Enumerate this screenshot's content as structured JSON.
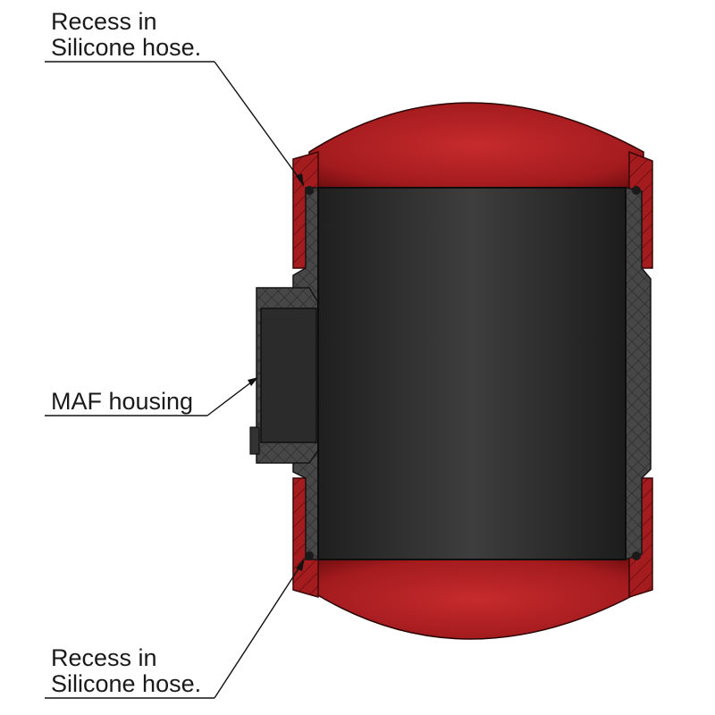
{
  "labels": {
    "recess_top_line1": "Recess in",
    "recess_top_line2": "Silicone hose.",
    "maf_housing": "MAF housing",
    "recess_bottom_line1": "Recess in",
    "recess_bottom_line2": "Silicone hose."
  },
  "colors": {
    "hose_red": "#a51c1f",
    "hose_red_dark": "#6e0e10",
    "hose_red_light": "#c52a2c",
    "maf_dark": "#2b2b2b",
    "maf_mid": "#3c3c3c",
    "section_gray": "#474747",
    "leader_line": "#111111"
  }
}
